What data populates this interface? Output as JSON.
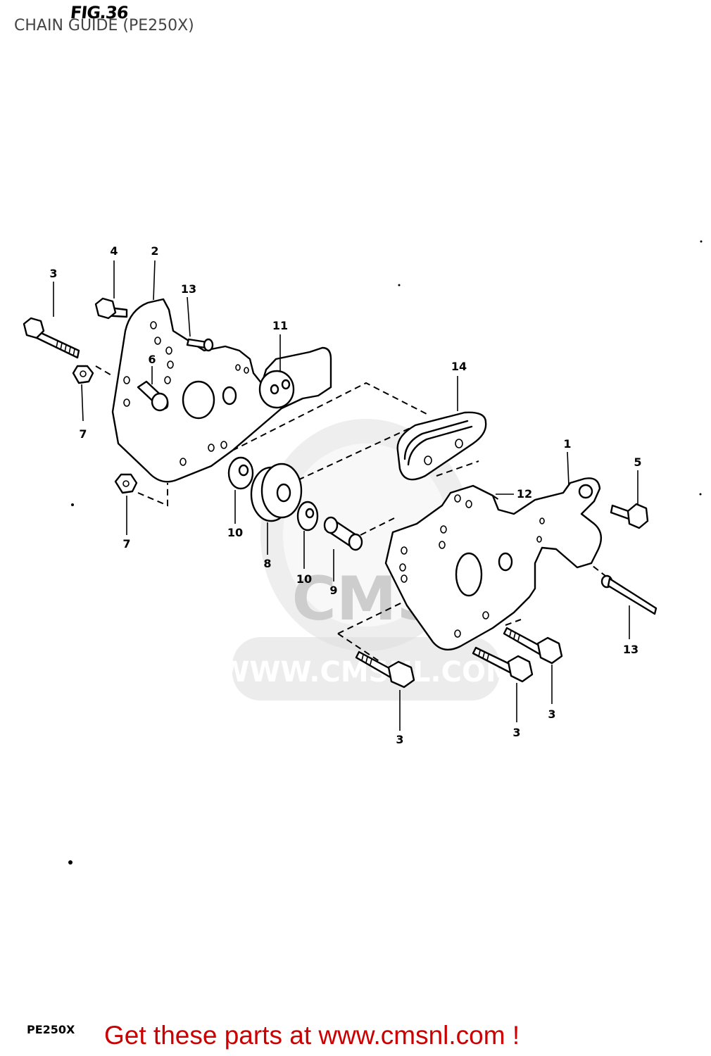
{
  "header": {
    "fig_label": "FIG.36",
    "title": "CHAIN GUIDE (PE250X)"
  },
  "footer": {
    "model_code": "PE250X",
    "cta_text": "Get these parts at www.cmsnl.com !"
  },
  "watermark": {
    "text": "WWW.CMSNL.COM",
    "logo_text": "CMS"
  },
  "callouts": [
    {
      "id": "c-3-top-left",
      "label": "3"
    },
    {
      "id": "c-4",
      "label": "4"
    },
    {
      "id": "c-2",
      "label": "2"
    },
    {
      "id": "c-13-top",
      "label": "13"
    },
    {
      "id": "c-11",
      "label": "11"
    },
    {
      "id": "c-6",
      "label": "6"
    },
    {
      "id": "c-7-upper",
      "label": "7"
    },
    {
      "id": "c-14",
      "label": "14"
    },
    {
      "id": "c-1",
      "label": "1"
    },
    {
      "id": "c-5",
      "label": "5"
    },
    {
      "id": "c-12",
      "label": "12"
    },
    {
      "id": "c-7-lower",
      "label": "7"
    },
    {
      "id": "c-10-left",
      "label": "10"
    },
    {
      "id": "c-8",
      "label": "8"
    },
    {
      "id": "c-10-right",
      "label": "10"
    },
    {
      "id": "c-9",
      "label": "9"
    },
    {
      "id": "c-13-right",
      "label": "13"
    },
    {
      "id": "c-3-right",
      "label": "3"
    },
    {
      "id": "c-3-center",
      "label": "3"
    },
    {
      "id": "c-3-bottom",
      "label": "3"
    }
  ],
  "colors": {
    "cta": "#cc0000",
    "watermark": "#d8d8d8",
    "line": "#000000"
  }
}
